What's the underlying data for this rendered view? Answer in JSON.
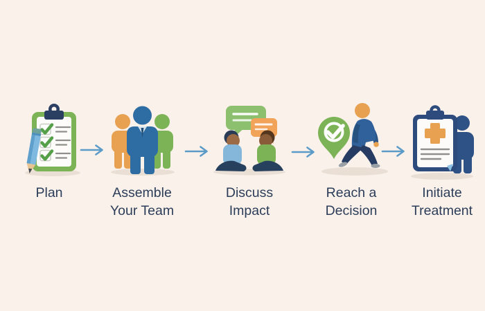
{
  "figure": {
    "type": "process-flow-infographic",
    "direction": "left-to-right"
  },
  "palette": {
    "background": "#FAF1EA",
    "text": "#2C3D59",
    "arrow": "#5B9BC8",
    "green": "#7CB356",
    "check_green": "#55A049",
    "orange": "#E8A150",
    "navy": "#2E6DA4",
    "dark_navy": "#2B3F63",
    "board_navy": "#2D4B7C",
    "steel_navy": "#2E5285",
    "light_blue": "#85B7DB",
    "bubble_green": "#8CC06E",
    "bubble_orange": "#F1A35A",
    "shadow": "#EADFD5"
  },
  "steps": [
    {
      "label": "Plan",
      "lines": [
        "Plan"
      ],
      "icon": "clipboard-checklist-icon"
    },
    {
      "label": "Assemble Your Team",
      "lines": [
        "Assemble",
        "Your Team"
      ],
      "icon": "team-people-icon"
    },
    {
      "label": "Discuss Impact",
      "lines": [
        "Discuss",
        "Impact"
      ],
      "icon": "seated-discussion-icon"
    },
    {
      "label": "Reach a Decision",
      "lines": [
        "Reach a",
        "Decision"
      ],
      "icon": "walking-decision-pin-icon"
    },
    {
      "label": "Initiate Treatment",
      "lines": [
        "Initiate",
        "Treatment"
      ],
      "icon": "medical-clipboard-person-icon"
    }
  ],
  "connectors": {
    "glyph": "right-arrow",
    "count": 4
  }
}
